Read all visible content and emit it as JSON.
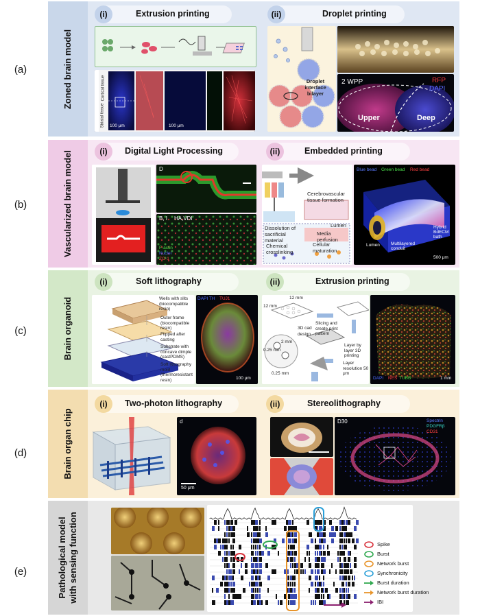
{
  "rows": [
    {
      "letter": "(a)",
      "side": "Zoned brain model",
      "bg": "#dfe7f3",
      "side_bg": "#c9d7ea",
      "items": [
        {
          "num": "(i)",
          "title": "Extrusion printing"
        },
        {
          "num": "(ii)",
          "title": "Droplet printing"
        }
      ]
    },
    {
      "letter": "(b)",
      "side": "Vascularized brain model",
      "bg": "#f7e6f3",
      "side_bg": "#efcbe6",
      "items": [
        {
          "num": "(i)",
          "title": "Digital Light Processing"
        },
        {
          "num": "(ii)",
          "title": "Embedded printing"
        }
      ]
    },
    {
      "letter": "(c)",
      "side": "Brain organoid",
      "bg": "#e9f3e3",
      "side_bg": "#d3e8c8",
      "items": [
        {
          "num": "(i)",
          "title": "Soft lithography"
        },
        {
          "num": "(ii)",
          "title": "Extrusion printing"
        }
      ]
    },
    {
      "letter": "(d)",
      "side": "Brain organ chip",
      "bg": "#fbf0da",
      "side_bg": "#f3ddb0",
      "items": [
        {
          "num": "(i)",
          "title": "Two-photon lithography"
        },
        {
          "num": "(ii)",
          "title": "Stereolithography"
        }
      ]
    },
    {
      "letter": "(e)",
      "side": "Pathological model\nwith sensing function",
      "bg": "#e8e8e8",
      "side_bg": "#d6d6d6",
      "items": []
    }
  ],
  "a": {
    "cortical": "Cortical tissue",
    "striatal": "Striatal tissue",
    "scale1": "100 μm",
    "scale2": "100 μm",
    "droplet": "Droplet interface bilayer",
    "wpp": "2 WPP",
    "rfp": "RFP",
    "dapi": "DAPI",
    "upper": "Upper",
    "deep": "Deep"
  },
  "b": {
    "d_label": "D",
    "b1": "B, I",
    "havdi": "HA,VDI",
    "f_actin": "F-actin",
    "nuclei": "Nuclei",
    "zo1": "ZO-1",
    "cerebro": "Cerebrovascular tissue formation",
    "dissolution": "Dissolution of sacrificial material",
    "lumen": "Lumen",
    "media": "Media perfusion",
    "chem": "Chemical crosslinking",
    "cell": "Cellular maturation",
    "blue_bead": "Blue bead",
    "green_bead": "Green bead",
    "red_bead": "Red bead",
    "hybrid": "Hybrid BdECM bath",
    "lumen2": "Lumen",
    "multi": "Multilayered conduit",
    "scale": "500 μm"
  },
  "c": {
    "wells": "Wells with slits (biocompatible resin)",
    "outer": "Outer frame (biocompatible resin)",
    "flipped": "Flipped after casting",
    "substrate": "Substrate with concave dimple (castPDMS)",
    "mold": "Soft lithography mold (thermoresistant resin)",
    "dapi_th": "DAPI TH",
    "tuj1": "TUJ1",
    "scale": "100 μm",
    "mm12a": "12 mm",
    "mm12b": "12 mm",
    "cad": "3D cad design",
    "slicing": "Slicing and create print pattern",
    "layer": "Layer by layer 3D printing",
    "resolution": "Layer resolution 50 μm",
    "mm2": "2 mm",
    "mm025a": "0.25 mm",
    "mm025b": "0.25 mm",
    "dapi": "DAPI",
    "nes": "NES",
    "tubb": "TUBB",
    "scale2": "1 mm"
  },
  "d": {
    "d_label": "d",
    "scale": "50 μm",
    "d30": "D30",
    "spectrin": "Spectrin",
    "pdgfrb": "PDGFRβ",
    "cd31": "CD31"
  },
  "e": {
    "legend": [
      {
        "label": "Spike",
        "kind": "circle",
        "color": "#d8323c"
      },
      {
        "label": "Burst",
        "kind": "circle",
        "color": "#2fa84f"
      },
      {
        "label": "Network burst",
        "kind": "circle",
        "color": "#e8942a"
      },
      {
        "label": "Synchronicity",
        "kind": "circle",
        "color": "#2a9fd8"
      },
      {
        "label": "Burst duration",
        "kind": "arrow",
        "color": "#2fa84f"
      },
      {
        "label": "Network burst duration",
        "kind": "arrow",
        "color": "#e8942a"
      },
      {
        "label": "IBI",
        "kind": "arrow",
        "color": "#8a1f6e"
      }
    ]
  }
}
